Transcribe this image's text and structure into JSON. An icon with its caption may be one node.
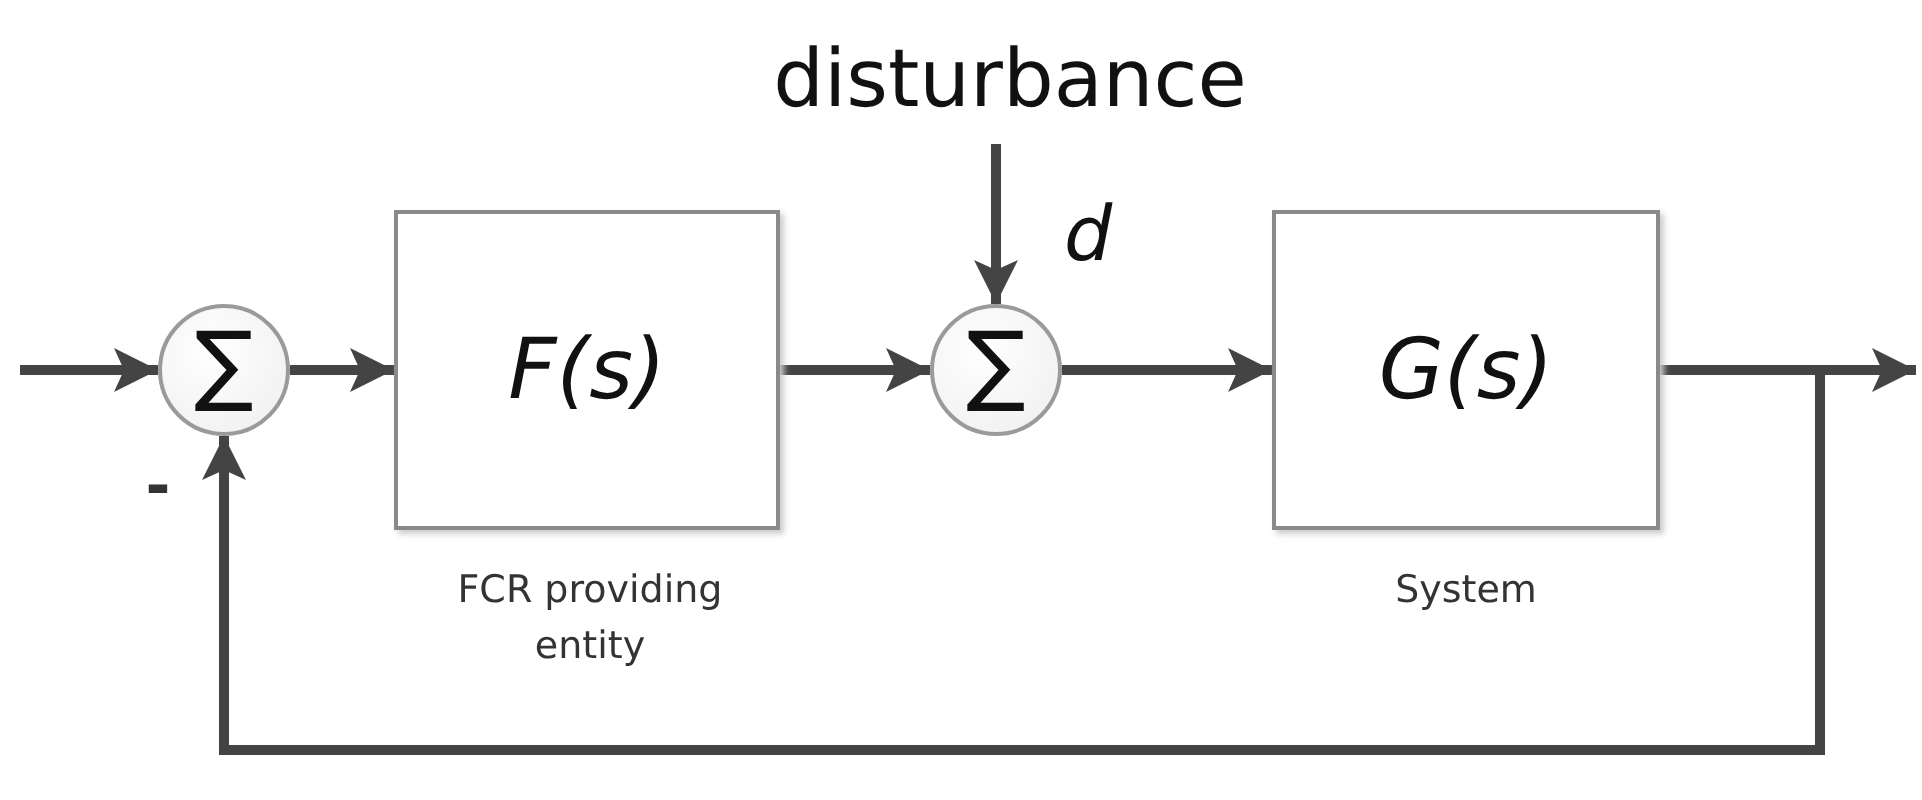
{
  "diagram": {
    "nodes": [
      {
        "text": [
          "∑"
        ],
        "beside": [
          "-"
        ]
      },
      {
        "text": [
          "F(s)"
        ],
        "beside": [
          "FCR providing entity"
        ]
      },
      {
        "text": [
          "∑"
        ]
      },
      {
        "text": [
          "disturbance"
        ]
      },
      {
        "text": [
          "G(s)"
        ],
        "beside": [
          "System"
        ]
      }
    ],
    "edges": [
      {
        "from": null,
        "to": 0,
        "arrow": "to"
      },
      {
        "from": 0,
        "to": 1,
        "arrow": "to"
      },
      {
        "from": 1,
        "to": 2,
        "arrow": "to"
      },
      {
        "from": 3,
        "to": 2,
        "arrow": "to",
        "label": "d"
      },
      {
        "from": 2,
        "to": 4,
        "arrow": "to"
      },
      {
        "from": 4,
        "to": null,
        "arrow": "to"
      },
      {
        "from": 4,
        "to": 0,
        "arrow": "to"
      }
    ]
  }
}
